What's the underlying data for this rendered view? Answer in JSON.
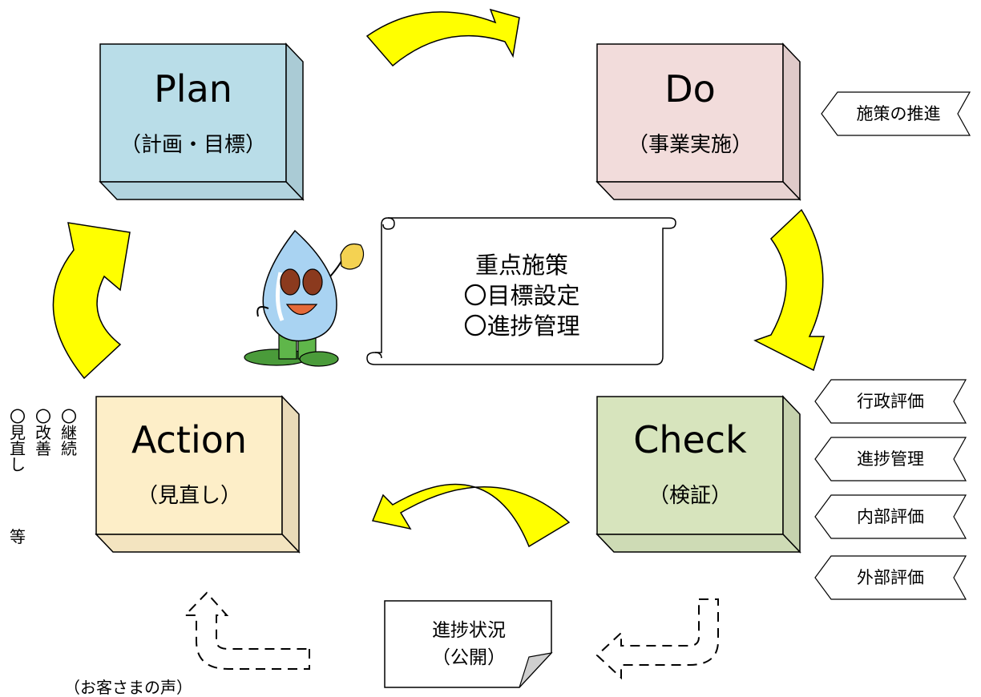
{
  "plan": {
    "title": "Plan",
    "subtitle": "（計画・目標）"
  },
  "do": {
    "title": "Do",
    "subtitle": "（事業実施）"
  },
  "check": {
    "title": "Check",
    "subtitle": "（検証）"
  },
  "action": {
    "title": "Action",
    "subtitle": "（見直し）"
  },
  "do_tag": "施策の推進",
  "check_tags": [
    "行政評価",
    "進捗管理",
    "内部評価",
    "外部評価"
  ],
  "center_scroll": {
    "lines": [
      "重点施策",
      "〇目標設定",
      "〇進捗管理"
    ]
  },
  "progress_note": {
    "lines": [
      "進捗状況",
      "（公開）"
    ]
  },
  "action_notes": {
    "columns": [
      "〇継続",
      "〇改善",
      "〇見直し"
    ],
    "suffix": "等"
  },
  "customer_voice": "（お客さまの声）",
  "colors": {
    "plan": "#b9dde8",
    "do": "#f2dcdb",
    "check": "#d7e4bd",
    "action": "#fdeec8",
    "arrow": "#ffff00"
  }
}
